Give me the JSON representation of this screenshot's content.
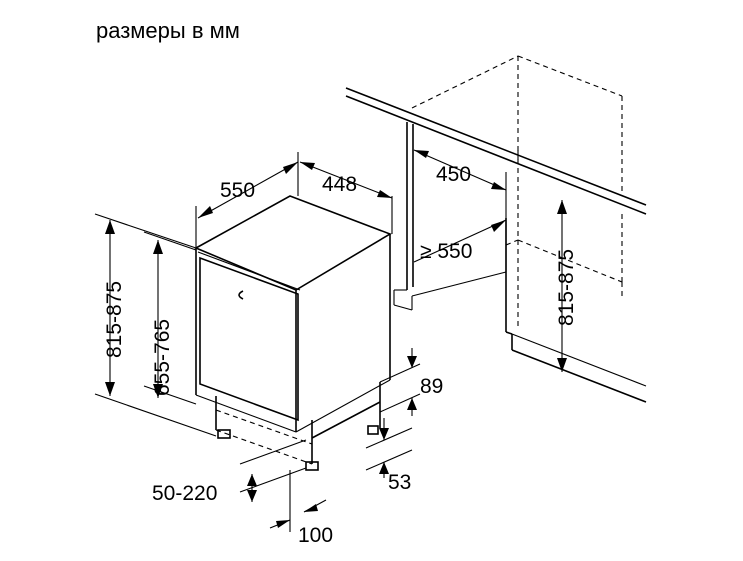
{
  "title": "размеры в мм",
  "labels": {
    "depth_550": "550",
    "width_448": "448",
    "niche_450": "450",
    "niche_depth": "≥ 550",
    "niche_height": "815-875",
    "height_815_875": "815-875",
    "height_655_765": "655-765",
    "plinth_89": "89",
    "plinth_53": "53",
    "foot_50_220": "50-220",
    "foot_100": "100"
  },
  "colors": {
    "line": "#000000",
    "background": "#ffffff"
  }
}
